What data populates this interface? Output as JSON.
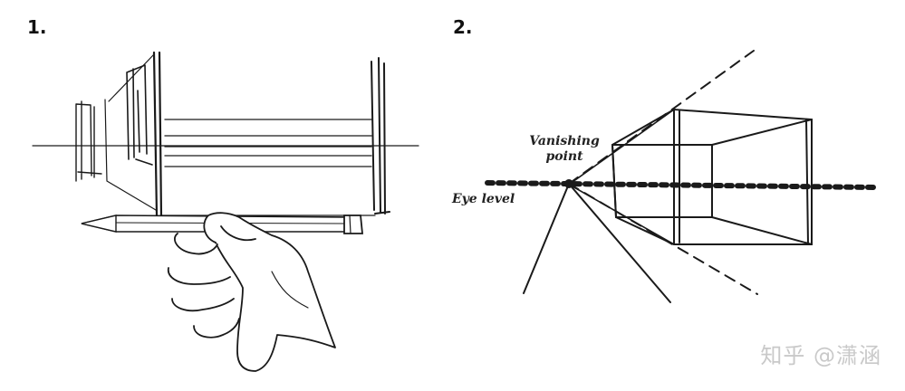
{
  "panels": [
    {
      "number": "1."
    },
    {
      "number": "2."
    }
  ],
  "labels": {
    "vanishing_point": "Vanishing\npoint",
    "eye_level": "Eye level"
  },
  "watermark": "知乎 @潇涵",
  "colors": {
    "ink": "#1a1a1a",
    "background": "#ffffff",
    "watermark": "#c9c9c9"
  }
}
